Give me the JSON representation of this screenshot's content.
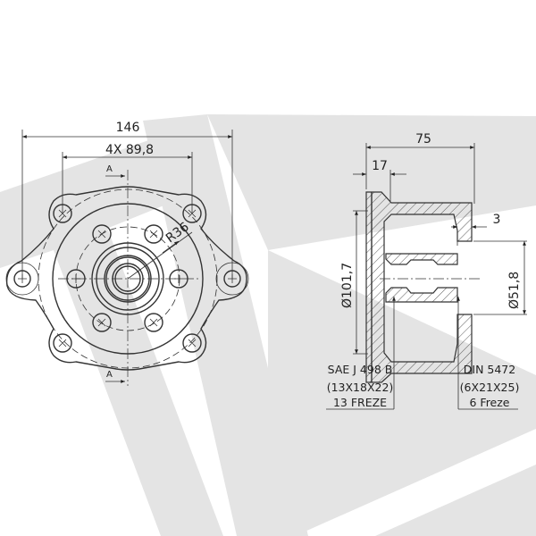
{
  "front_view": {
    "dim_overall_width": "146",
    "dim_bolt_spacing": "4X 89,8",
    "dim_radius": "R36",
    "section_marker_top": "A",
    "section_marker_bottom": "A"
  },
  "section_view": {
    "dim_length": "75",
    "dim_flange": "17",
    "dim_step": "3",
    "dim_pilot_diameter": "Ø101,7",
    "dim_bore_diameter": "Ø51,8"
  },
  "callouts": {
    "left": [
      "SAE J 498 B",
      "(13X18X22)",
      "13 FREZE"
    ],
    "right": [
      "DIN 5472",
      "(6X21X25)",
      "6 Freze"
    ]
  },
  "colors": {
    "watermark": "#e4e4e4",
    "line": "#333333"
  }
}
